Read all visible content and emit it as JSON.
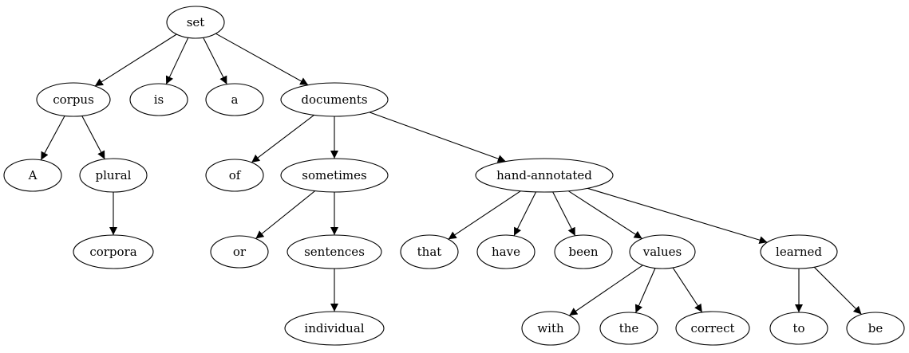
{
  "nodes": {
    "set": "set",
    "corpus": "corpus",
    "is": "is",
    "a": "a",
    "documents": "documents",
    "A": "A",
    "plural": "plural",
    "corpora": "corpora",
    "of": "of",
    "sometimes": "sometimes",
    "hand_annotated": "hand-annotated",
    "or": "or",
    "sentences": "sentences",
    "individual": "individual",
    "that": "that",
    "have": "have",
    "been": "been",
    "values": "values",
    "learned": "learned",
    "with": "with",
    "the": "the",
    "correct": "correct",
    "to": "to",
    "be": "be"
  },
  "edges": [
    [
      "set",
      "corpus"
    ],
    [
      "set",
      "is"
    ],
    [
      "set",
      "a"
    ],
    [
      "set",
      "documents"
    ],
    [
      "corpus",
      "A"
    ],
    [
      "corpus",
      "plural"
    ],
    [
      "plural",
      "corpora"
    ],
    [
      "documents",
      "of"
    ],
    [
      "documents",
      "sometimes"
    ],
    [
      "documents",
      "hand_annotated"
    ],
    [
      "sometimes",
      "or"
    ],
    [
      "sometimes",
      "sentences"
    ],
    [
      "sentences",
      "individual"
    ],
    [
      "hand_annotated",
      "that"
    ],
    [
      "hand_annotated",
      "have"
    ],
    [
      "hand_annotated",
      "been"
    ],
    [
      "hand_annotated",
      "values"
    ],
    [
      "hand_annotated",
      "learned"
    ],
    [
      "values",
      "with"
    ],
    [
      "values",
      "the"
    ],
    [
      "values",
      "correct"
    ],
    [
      "learned",
      "to"
    ],
    [
      "learned",
      "be"
    ]
  ]
}
